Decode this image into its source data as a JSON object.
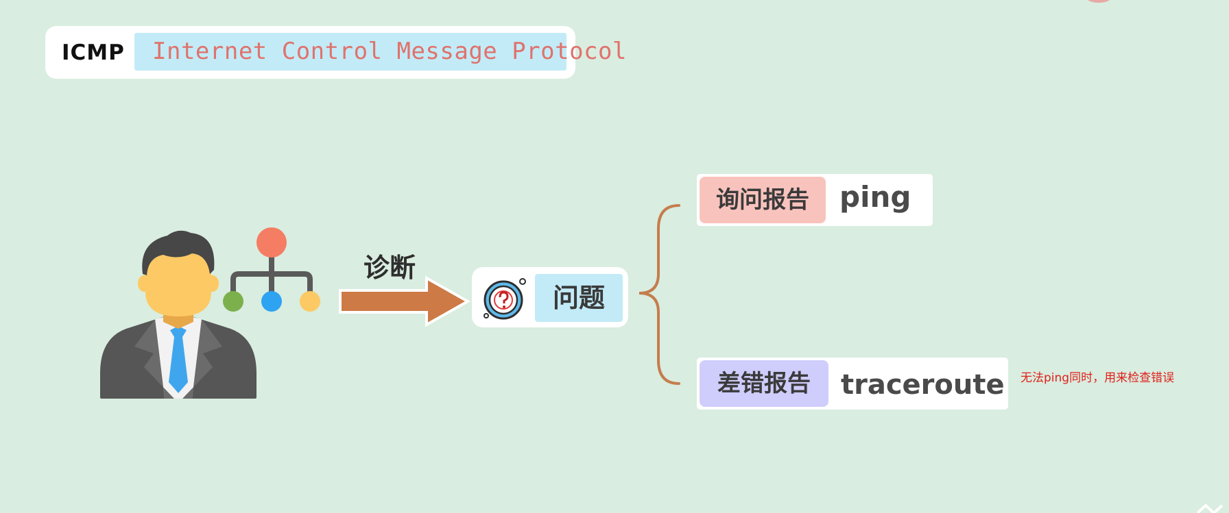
{
  "header": {
    "abbreviation": "ICMP",
    "full_name": "Internet Control Message Protocol"
  },
  "diagram": {
    "actor_icon": "person-network-icon",
    "arrow_label": "诊断",
    "target": {
      "icon": "question-icon",
      "label": "问题"
    },
    "branches": [
      {
        "tag": "询问报告",
        "command": "ping"
      },
      {
        "tag": "差错报告",
        "command": "traceroute"
      }
    ],
    "note": "无法ping同时，用来检查错误"
  },
  "colors": {
    "background": "#d9ede0",
    "title_accent": "#e0726c",
    "title_box": "#c2ebf7",
    "arrow": "#cd7a46",
    "brace": "#c57d4c",
    "query_tag": "#f9c3bd",
    "error_tag": "#cfcdfb",
    "note": "#e0201a"
  }
}
